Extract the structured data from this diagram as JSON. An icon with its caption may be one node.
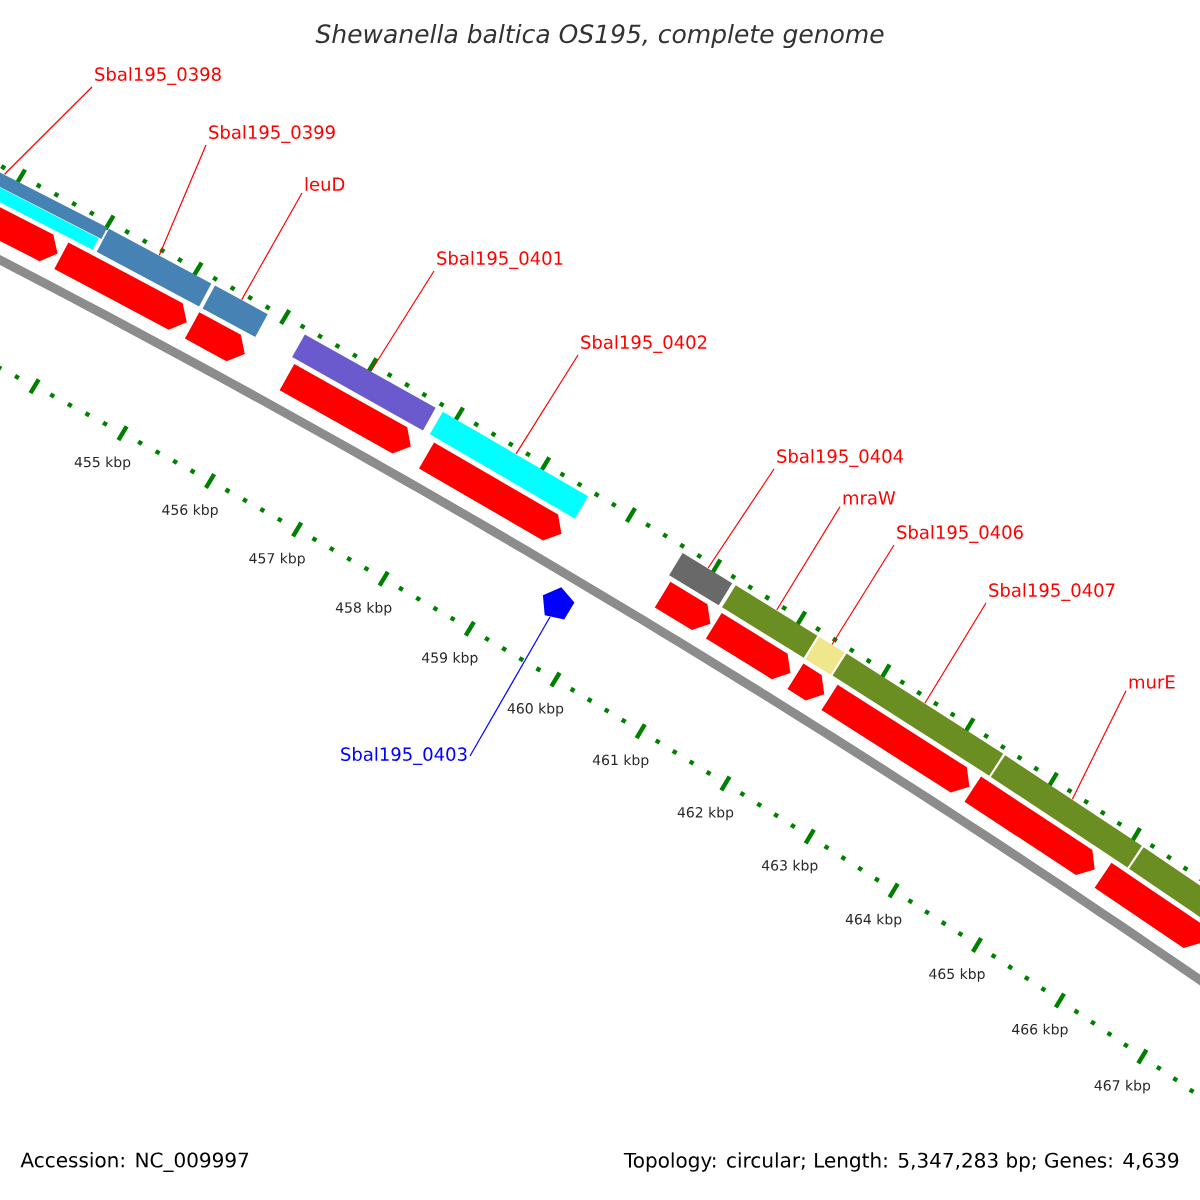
{
  "diagram": {
    "title": "Shewanella baltica OS195, complete genome",
    "nodes": [
      {
        "text": [
          "Sbal195_0398"
        ]
      },
      {
        "text": [
          "Sbal195_0399"
        ]
      },
      {
        "text": [
          "leuD"
        ]
      },
      {
        "text": [
          "Sbal195_0401"
        ]
      },
      {
        "text": [
          "Sbal195_0402"
        ]
      },
      {
        "text": [
          "Sbal195_0404"
        ]
      },
      {
        "text": [
          "mraW"
        ]
      },
      {
        "text": [
          "Sbal195_0406"
        ]
      },
      {
        "text": [
          "Sbal195_0407"
        ]
      },
      {
        "text": [
          "murE"
        ]
      },
      {
        "text": [
          "Sbal195_0403"
        ]
      },
      {
        "text": [],
        "shape": "bar"
      },
      {
        "text": [],
        "shape": "bar"
      },
      {
        "text": [],
        "shape": "bar"
      },
      {
        "text": [],
        "shape": "bar"
      },
      {
        "text": [],
        "shape": "bar"
      },
      {
        "text": [],
        "shape": "bar"
      },
      {
        "text": [],
        "shape": "bar"
      },
      {
        "text": [],
        "shape": "bar"
      },
      {
        "text": [],
        "shape": "bar"
      },
      {
        "text": [],
        "shape": "bar"
      },
      {
        "text": [],
        "shape": "pentagon"
      },
      {
        "text": [],
        "shape": "bar"
      },
      {
        "text": [],
        "shape": "bar"
      },
      {
        "text": [],
        "shape": "arrow"
      },
      {
        "text": [],
        "shape": "arrow"
      },
      {
        "text": [],
        "shape": "arrow"
      },
      {
        "text": [],
        "shape": "arrow"
      },
      {
        "text": [],
        "shape": "arrow"
      },
      {
        "text": [],
        "shape": "arrow"
      },
      {
        "text": [],
        "shape": "arrow"
      },
      {
        "text": [],
        "shape": "arrow"
      },
      {
        "text": [],
        "shape": "arrow"
      },
      {
        "text": [],
        "shape": "arrow"
      },
      {
        "text": [],
        "shape": "arrow"
      }
    ],
    "edges": [
      {
        "from": 0,
        "to": 11,
        "arrow": "none"
      },
      {
        "from": 1,
        "to": 12,
        "arrow": "none"
      },
      {
        "from": 2,
        "to": 13,
        "arrow": "none"
      },
      {
        "from": 3,
        "to": 14,
        "arrow": "none"
      },
      {
        "from": 4,
        "to": 15,
        "arrow": "none"
      },
      {
        "from": 5,
        "to": 16,
        "arrow": "none"
      },
      {
        "from": 6,
        "to": 17,
        "arrow": "none"
      },
      {
        "from": 7,
        "to": 18,
        "arrow": "none"
      },
      {
        "from": 8,
        "to": 19,
        "arrow": "none"
      },
      {
        "from": 9,
        "to": 20,
        "arrow": "none"
      },
      {
        "from": 10,
        "to": 21,
        "arrow": "none",
        "color": "#0000ff"
      }
    ],
    "labels": [
      "455 kbp",
      "456 kbp",
      "457 kbp",
      "458 kbp",
      "459 kbp",
      "460 kbp",
      "461 kbp",
      "462 kbp",
      "463 kbp",
      "464 kbp",
      "465 kbp",
      "466 kbp",
      "467 kbp",
      "Accession: NC_009997",
      "Topology: circular; Length: 5,347,283 bp; Genes: 4,639"
    ]
  }
}
